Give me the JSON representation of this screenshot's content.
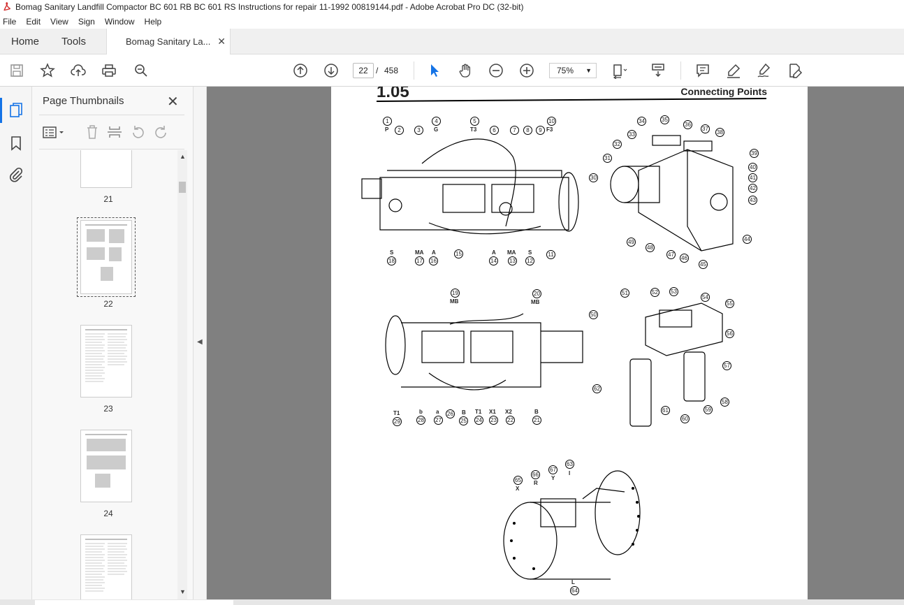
{
  "window": {
    "title": "Bomag Sanitary Landfill Compactor BC 601 RB BC 601 RS Instructions for repair 11-1992 00819144.pdf - Adobe Acrobat Pro DC (32-bit)"
  },
  "menu": [
    "File",
    "Edit",
    "View",
    "Sign",
    "Window",
    "Help"
  ],
  "tabs": {
    "home": "Home",
    "tools": "Tools",
    "document": "Bomag Sanitary La..."
  },
  "toolbar": {
    "current_page": "22",
    "page_separator": "/",
    "total_pages": "458",
    "zoom": "75%"
  },
  "thumbnail_panel": {
    "title": "Page Thumbnails",
    "pages": [
      "21",
      "22",
      "23",
      "24"
    ]
  },
  "document_page": {
    "section_number": "1.05",
    "section_title": "Connecting Points",
    "callouts_top_left": [
      {
        "num": "1",
        "letter": "P"
      },
      {
        "num": "2",
        "letter": ""
      },
      {
        "num": "3",
        "letter": ""
      },
      {
        "num": "4",
        "letter": "G"
      },
      {
        "num": "5",
        "letter": "T3"
      },
      {
        "num": "6",
        "letter": ""
      },
      {
        "num": "7",
        "letter": ""
      },
      {
        "num": "8",
        "letter": ""
      },
      {
        "num": "9",
        "letter": ""
      },
      {
        "num": "10",
        "letter": "F3"
      },
      {
        "num": "11",
        "letter": ""
      },
      {
        "num": "12",
        "letter": "S"
      },
      {
        "num": "13",
        "letter": "MA"
      },
      {
        "num": "14",
        "letter": "A"
      },
      {
        "num": "15",
        "letter": ""
      },
      {
        "num": "16",
        "letter": "A"
      },
      {
        "num": "17",
        "letter": "MA"
      },
      {
        "num": "18",
        "letter": "S"
      }
    ],
    "callouts_top_right": [
      "30",
      "31",
      "32",
      "33",
      "34",
      "35",
      "36",
      "37",
      "38",
      "39",
      "40",
      "41",
      "42",
      "43",
      "44",
      "45",
      "46",
      "47",
      "48",
      "49"
    ],
    "callouts_middle_left": [
      {
        "num": "19",
        "letter": "MB"
      },
      {
        "num": "20",
        "letter": "MB"
      },
      {
        "num": "21",
        "letter": "B"
      },
      {
        "num": "22",
        "letter": "X2"
      },
      {
        "num": "23",
        "letter": "X1"
      },
      {
        "num": "24",
        "letter": "T1"
      },
      {
        "num": "25",
        "letter": "B"
      },
      {
        "num": "26",
        "letter": ""
      },
      {
        "num": "27",
        "letter": "a"
      },
      {
        "num": "28",
        "letter": "b"
      },
      {
        "num": "29",
        "letter": "T1"
      }
    ],
    "callouts_middle_right": [
      "50",
      "51",
      "52",
      "53",
      "54",
      "55",
      "56",
      "57",
      "58",
      "59",
      "60",
      "61",
      "62"
    ],
    "callouts_bottom": [
      {
        "num": "63",
        "letter": "I"
      },
      {
        "num": "64",
        "letter": "L"
      },
      {
        "num": "65",
        "letter": "X"
      },
      {
        "num": "66",
        "letter": "R"
      },
      {
        "num": "67",
        "letter": "Y"
      }
    ]
  }
}
